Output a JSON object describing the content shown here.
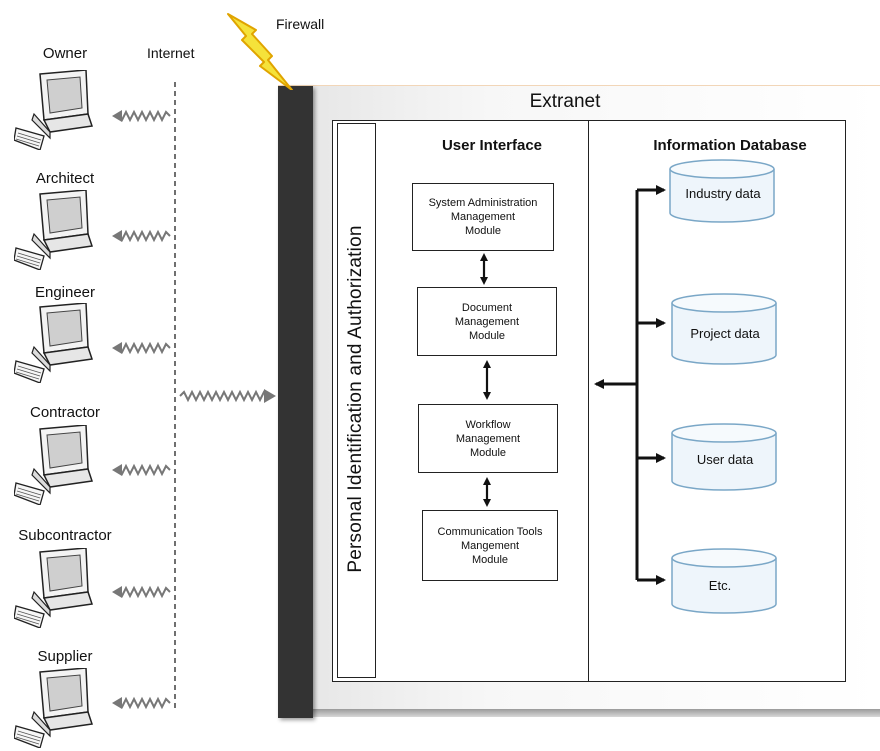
{
  "firewall_label": "Firewall",
  "internet_label": "Internet",
  "extranet_title": "Extranet",
  "auth_label": "Personal Identification and Authorization",
  "users": [
    "Owner",
    "Architect",
    "Engineer",
    "Contractor",
    "Subcontractor",
    "Supplier"
  ],
  "ui_title": "User Interface",
  "db_title": "Information Database",
  "modules": [
    {
      "line1": "System Administration",
      "line2": "Management",
      "line3": "Module"
    },
    {
      "line1": "Document",
      "line2": "Management",
      "line3": "Module"
    },
    {
      "line1": "Workflow",
      "line2": "Management",
      "line3": "Module"
    },
    {
      "line1": "Communication Tools",
      "line2": "Mangement",
      "line3": "Module"
    }
  ],
  "databases": [
    "Industry data",
    "Project data",
    "User data",
    "Etc."
  ],
  "colors": {
    "firewall_bolt": "#f5e23a",
    "firewall_bolt_edge": "#e0a400",
    "wall": "#333333",
    "db_fill": "#eef5fb",
    "db_stroke": "#7aa7c7"
  }
}
